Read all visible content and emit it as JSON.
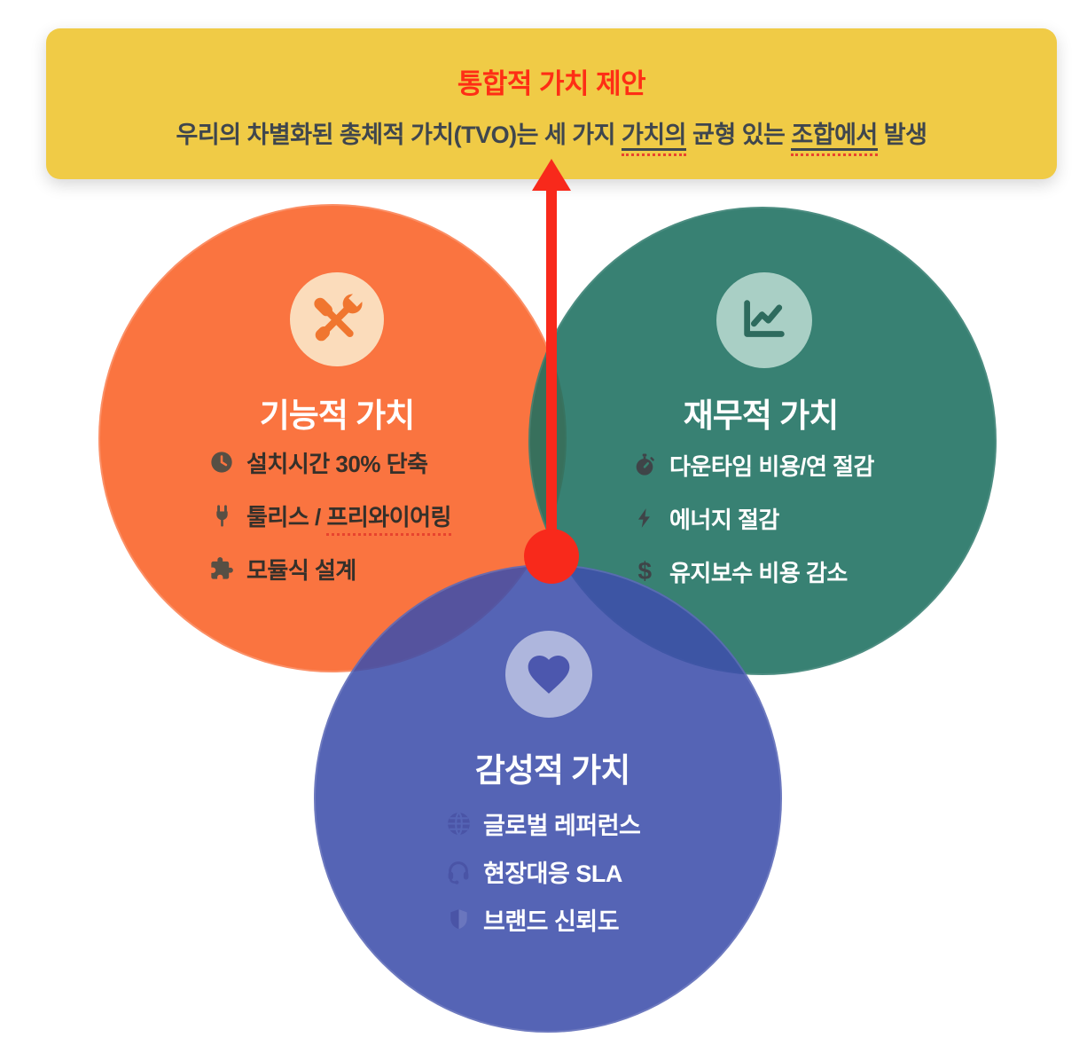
{
  "banner": {
    "title": "통합적 가치 제안",
    "subtitle_pre": "우리의 차별화된 총체적 가치(TVO)는 세 가지 ",
    "subtitle_underline1": "가치의",
    "subtitle_mid": " 균형 있는 ",
    "subtitle_underline2": "조합에서",
    "subtitle_post": " 발생"
  },
  "circles": {
    "functional": {
      "title": "기능적 가치",
      "items": [
        {
          "icon": "clock-icon",
          "text": "설치시간 30% 단축"
        },
        {
          "icon": "plug-icon",
          "text_pre": "툴리스 / ",
          "text_underlined": "프리와이어링"
        },
        {
          "icon": "puzzle-icon",
          "text": "모듈식 설계"
        }
      ]
    },
    "financial": {
      "title": "재무적 가치",
      "items": [
        {
          "icon": "stopwatch-icon",
          "text": "다운타임 비용/연 절감"
        },
        {
          "icon": "lightning-icon",
          "text": "에너지 절감"
        },
        {
          "icon": "dollar-icon",
          "symbol": "$",
          "text": "유지보수 비용 감소"
        }
      ]
    },
    "emotional": {
      "title": "감성적 가치",
      "items": [
        {
          "icon": "globe-icon",
          "text": "글로벌 레퍼런스"
        },
        {
          "icon": "headset-icon",
          "text": "현장대응 SLA"
        },
        {
          "icon": "shield-icon",
          "text": "브랜드 신뢰도"
        }
      ]
    }
  },
  "colors": {
    "banner_bg": "#F0CB46",
    "banner_title": "#FE2E15",
    "banner_subtitle": "#3F464E",
    "functional_circle": "#FA7440",
    "financial_circle": "#37816F",
    "emotional_circle": "#5565B6",
    "overlap_functional_financial": "#3C6F5F",
    "overlap_functional_emotional": "#555399",
    "overlap_financial_emotional": "#3A55A5",
    "arrow_red": "#F8291B",
    "spellcheck_red": "#E8442E"
  }
}
